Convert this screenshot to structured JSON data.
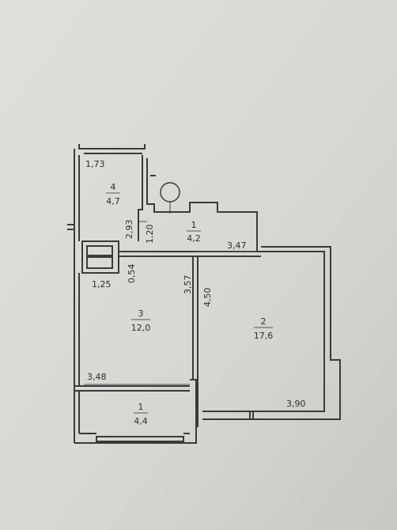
{
  "plan": {
    "rooms": [
      {
        "number": "4",
        "area": "4,7"
      },
      {
        "number": "1",
        "area": "4,2"
      },
      {
        "number": "3",
        "area": "12,0"
      },
      {
        "number": "2",
        "area": "17,6"
      },
      {
        "number": "1",
        "area": "4,4"
      }
    ],
    "dimensions": [
      "1,73",
      "2,93",
      "1,20",
      "3,47",
      "0,54",
      "1,25",
      "3,57",
      "4,50",
      "3,48",
      "3,90"
    ]
  },
  "colors": {
    "paper": "#dcdad6",
    "wall": "#3a3a3a",
    "text": "#2e2e2e"
  }
}
